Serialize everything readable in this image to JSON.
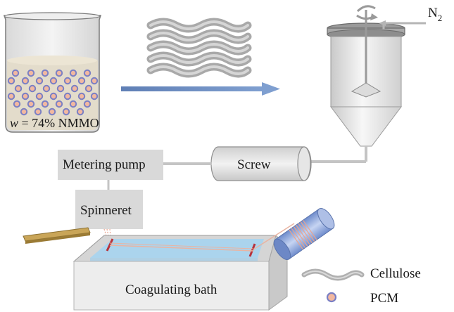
{
  "labels": {
    "solvent_prefix": "w",
    "solvent_rest": " = 74% NMMO",
    "nitrogen": "N",
    "nitrogen_sub": "2",
    "metering_pump": "Metering pump",
    "screw": "Screw",
    "spinneret": "Spinneret",
    "coagulating_bath": "Coagulating bath"
  },
  "legend": {
    "cellulose": "Cellulose",
    "pcm": "PCM"
  },
  "colors": {
    "arrow": "#6f8fc0",
    "water": "#a9d4ee",
    "pcm_ring": "#7a7fc4",
    "pcm_core": "#f2b8a0",
    "fiber": "#e9b4a2",
    "roller": "#8fa7d9",
    "cellulose": "#b8b8b8"
  }
}
